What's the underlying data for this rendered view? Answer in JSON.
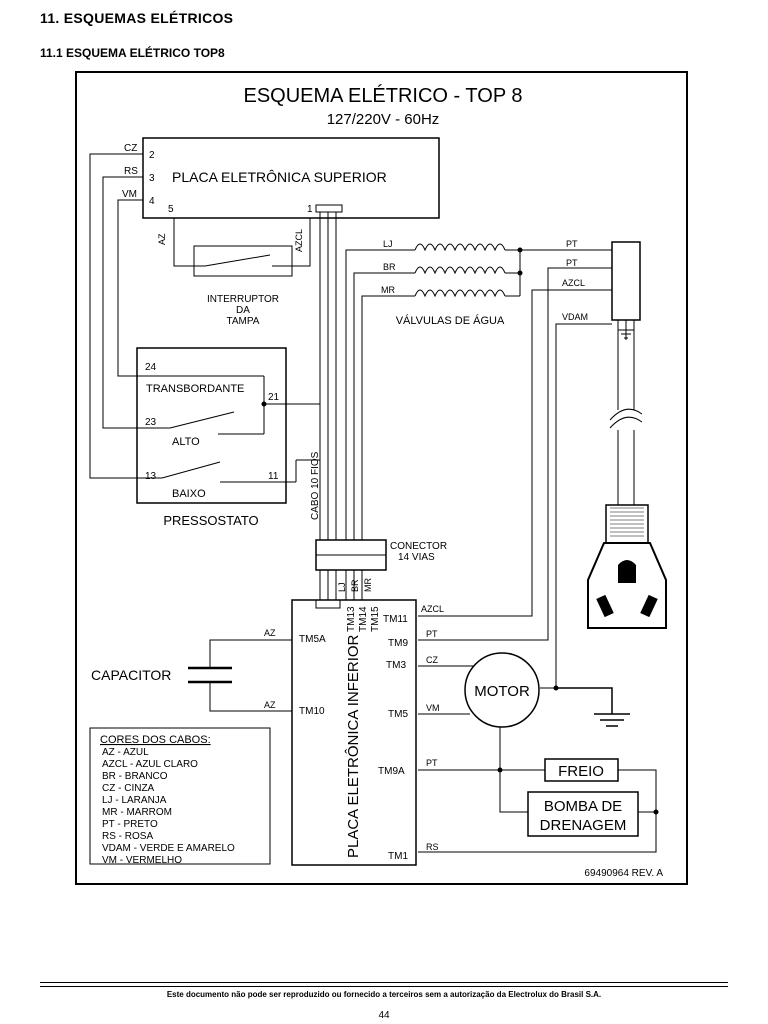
{
  "header": {
    "section": "11. ESQUEMAS ELÉTRICOS",
    "subsection": "11.1 ESQUEMA ELÉTRICO TOP8"
  },
  "diagram": {
    "title": "ESQUEMA  ELÉTRICO - TOP 8",
    "subtitle": "127/220V - 60Hz",
    "upper_board": {
      "label": "PLACA ELETRÔNICA SUPERIOR",
      "pins": [
        "2",
        "3",
        "4",
        "5",
        "1"
      ]
    },
    "lid_switch": {
      "line1": "INTERRUPTOR",
      "line2": "DA",
      "line3": "TAMPA"
    },
    "valves_label": "VÁLVULAS DE ÁGUA",
    "pressostat": {
      "label": "PRESSOSTATO",
      "levels": [
        "TRANSBORDANTE",
        "ALTO",
        "BAIXO"
      ],
      "pins": [
        "24",
        "21",
        "23",
        "13",
        "11"
      ]
    },
    "cable_label": "CABO 10 FIOS",
    "connector": {
      "line1": "CONECTOR",
      "line2": "14 VIAS"
    },
    "connector_wires": [
      "LJ",
      "BR",
      "MR"
    ],
    "lower_board": {
      "label": "PLACA ELETRÔNICA INFERIOR",
      "top_terminals": [
        "TM13",
        "TM14",
        "TM15"
      ],
      "left_terminals": [
        "TM5A",
        "TM10"
      ],
      "right_terminals": [
        "TM11",
        "TM9",
        "TM3",
        "TM5",
        "TM9A",
        "TM1"
      ]
    },
    "capacitor": "CAPACITOR",
    "motor": "MOTOR",
    "brake": "FREIO",
    "pump": {
      "line1": "BOMBA DE",
      "line2": "DRENAGEM"
    },
    "wire_labels": {
      "cz": "CZ",
      "rs": "RS",
      "vm": "VM",
      "az": "AZ",
      "azcl": "AZCL",
      "lj": "LJ",
      "br": "BR",
      "mr": "MR",
      "pt": "PT",
      "vdam": "VDAM"
    },
    "legend": {
      "title": "CORES DOS CABOS:",
      "items": [
        "AZ - AZUL",
        "AZCL - AZUL CLARO",
        "BR - BRANCO",
        "CZ - CINZA",
        "LJ - LARANJA",
        "MR - MARROM",
        "PT - PRETO",
        "RS - ROSA",
        "VDAM - VERDE E AMARELO",
        "VM - VERMELHO"
      ]
    },
    "ref": "69490964 REV. A"
  },
  "footer": {
    "notice": "Este documento não pode ser reproduzido ou fornecido a terceiros sem a autorização da Electrolux do Brasil S.A.",
    "page": "44"
  }
}
